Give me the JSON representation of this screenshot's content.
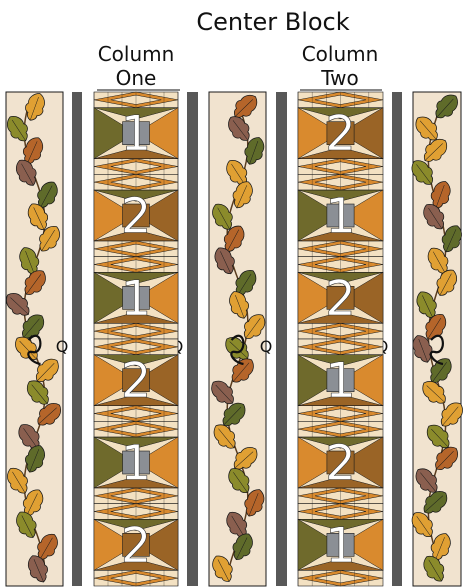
{
  "title": "Center Block",
  "column_one": {
    "line1": "Column",
    "line2": "One"
  },
  "column_two": {
    "line1": "Column",
    "line2": "Two"
  },
  "column_one_numbers": [
    "1",
    "2",
    "1",
    "2",
    "1",
    "2"
  ],
  "column_two_numbers": [
    "2",
    "1",
    "2",
    "1",
    "2",
    "1"
  ],
  "sash_label": "Q",
  "colors": {
    "vine_background": "#f1e3cf",
    "sashing": "#585858",
    "leaf_gold": "#e0a033",
    "leaf_olive": "#8b8b2b",
    "leaf_brown": "#b5652a",
    "leaf_mauve": "#8a5f4f",
    "leaf_green": "#5f6b2a",
    "patch_cream": "#f3e1c2",
    "patch_orange": "#d98a2e",
    "patch_brown": "#9a6426",
    "patch_olive": "#6f6a2c",
    "patch_gray": "#8b8f95",
    "patch_plum": "#7a4e58",
    "outline": "#1a1a1a"
  }
}
